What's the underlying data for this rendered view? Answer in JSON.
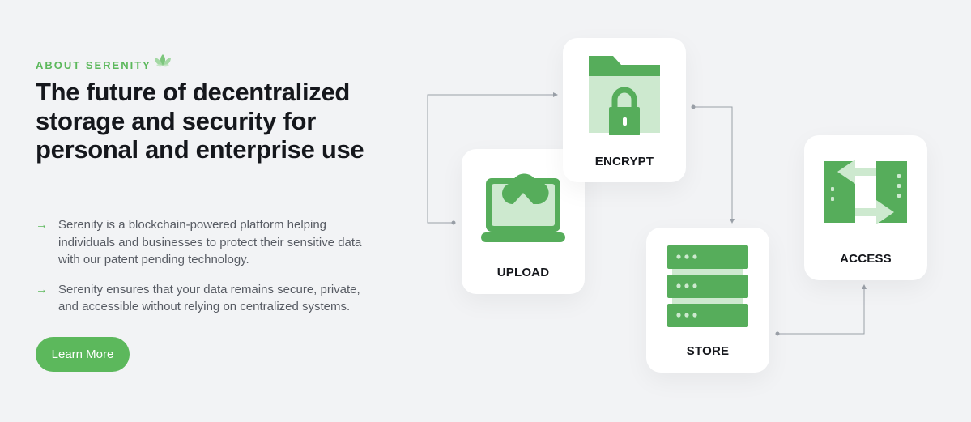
{
  "about": {
    "eyebrow": "ABOUT SERENITY",
    "headline": "The future of decentralized storage and security for personal and enterprise use",
    "bullets": [
      "Serenity is a blockchain-powered platform helping individuals and businesses to protect their sensitive data with our patent pending technology.",
      "Serenity ensures that your data remains secure, private, and accessible without relying on centralized systems."
    ],
    "cta_label": "Learn More"
  },
  "flow": {
    "upload": "UPLOAD",
    "encrypt": "ENCRYPT",
    "store": "STORE",
    "access": "ACCESS"
  },
  "colors": {
    "accent": "#5cb85c",
    "accent_dark": "#56ad5b",
    "accent_light": "#cde9cf",
    "text": "#15171c",
    "muted": "#575b63",
    "background": "#f2f3f5"
  },
  "icons": {
    "eyebrow": "lotus-icon",
    "bullet": "arrow-right-icon",
    "upload": "laptop-cloud-upload-icon",
    "encrypt": "folder-lock-icon",
    "store": "server-stack-icon",
    "access": "exchange-arrows-icon"
  }
}
